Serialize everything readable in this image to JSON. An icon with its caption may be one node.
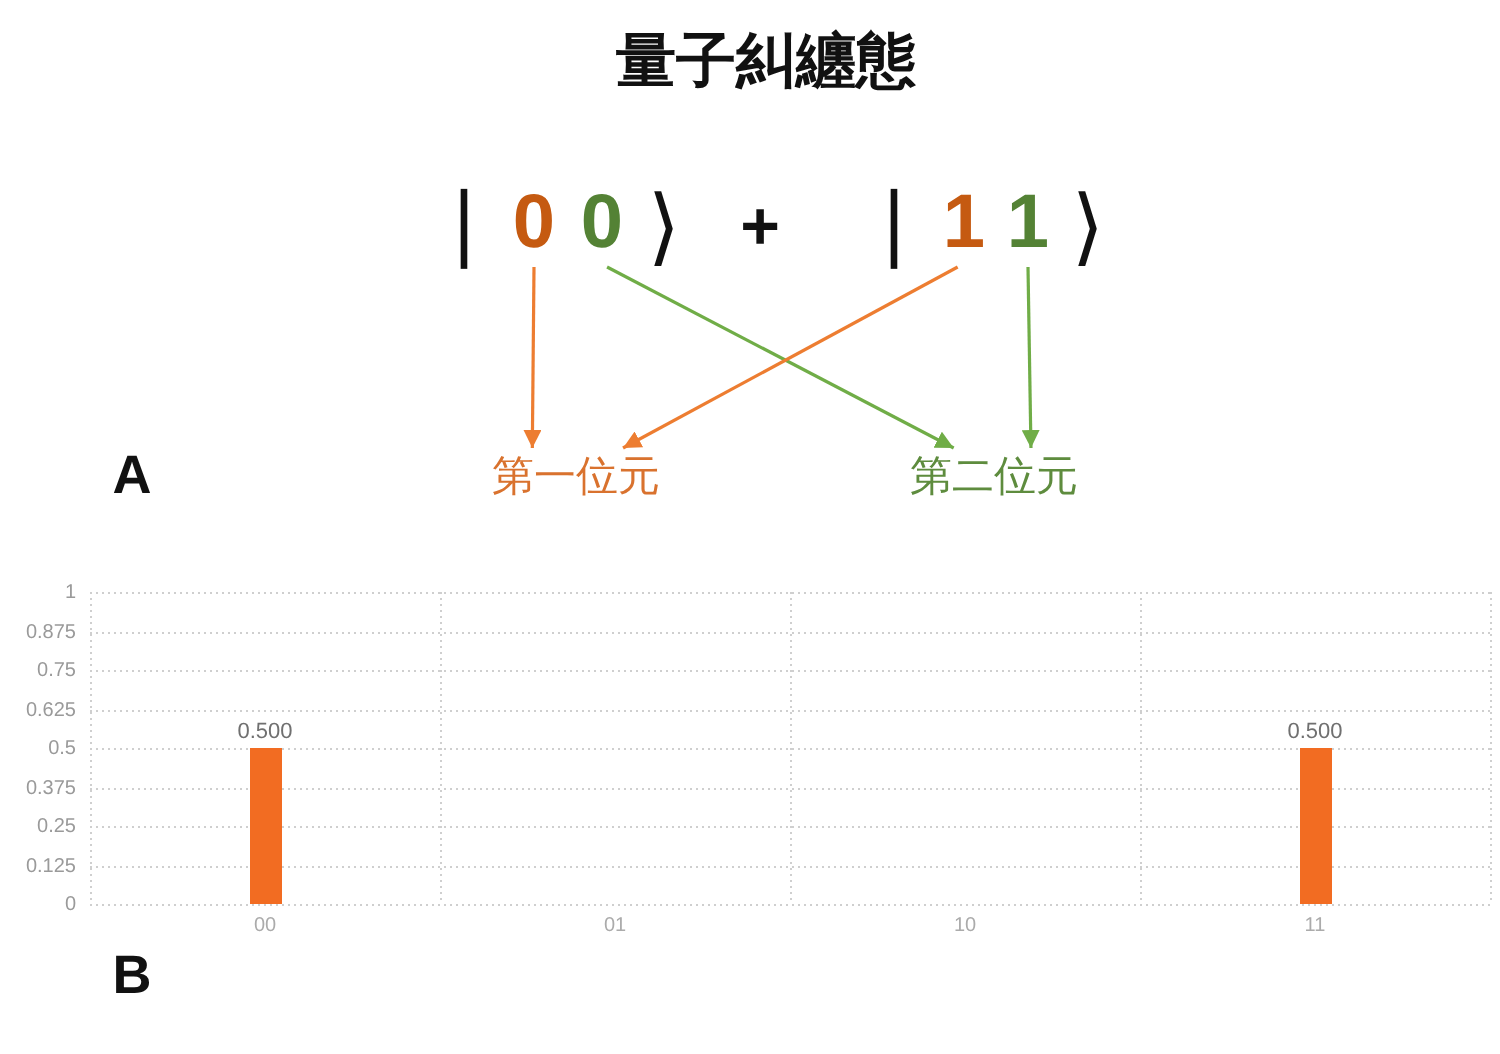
{
  "diagram": {
    "title": "量子糾纏態",
    "nodes": [
      {
        "text": [
          "0"
        ]
      },
      {
        "text": [
          "0"
        ]
      },
      {
        "text": [
          "1"
        ]
      },
      {
        "text": [
          "1"
        ]
      },
      {
        "text": [
          "第一位元"
        ]
      },
      {
        "text": [
          "第二位元"
        ]
      }
    ],
    "edges": [
      {
        "from": 0,
        "to": 4,
        "arrow": "to",
        "color": "#ed7d31"
      },
      {
        "from": 1,
        "to": 5,
        "arrow": "to",
        "color": "#70ad47"
      },
      {
        "from": 2,
        "to": 4,
        "arrow": "to",
        "color": "#ed7d31"
      },
      {
        "from": 3,
        "to": 5,
        "arrow": "to",
        "color": "#70ad47"
      }
    ],
    "labels": [
      "|",
      "⟩",
      "+",
      "|",
      "⟩",
      "A",
      "B"
    ],
    "chart_data": {
      "type": "bar",
      "categories": [
        "00",
        "01",
        "10",
        "11"
      ],
      "series": [
        {
          "color": "#f26c22",
          "values": [
            0.5,
            0,
            0,
            0.5
          ]
        }
      ],
      "ylim": [
        0,
        1
      ],
      "yticks": [
        0,
        0.125,
        0.25,
        0.375,
        0.5,
        0.625,
        0.75,
        0.875,
        1
      ],
      "value_labels": [
        "0.500",
        null,
        null,
        "0.500"
      ],
      "grid": true
    }
  }
}
